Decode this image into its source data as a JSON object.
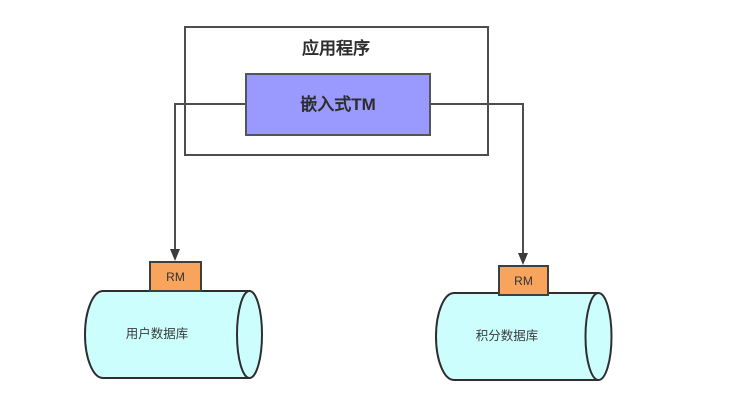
{
  "diagram": {
    "application": {
      "title": "应用程序",
      "tm_label": "嵌入式TM"
    },
    "resource_managers": {
      "left_label": "RM",
      "right_label": "RM"
    },
    "databases": {
      "left_label": "用户数据库",
      "right_label": "积分数据库"
    },
    "colors": {
      "tm_fill": "#9a99fe",
      "rm_fill": "#f8a45c",
      "db_fill": "#ccfefe",
      "frame_stroke": "#4d4d4d",
      "connector": "#4d4d4d"
    }
  }
}
